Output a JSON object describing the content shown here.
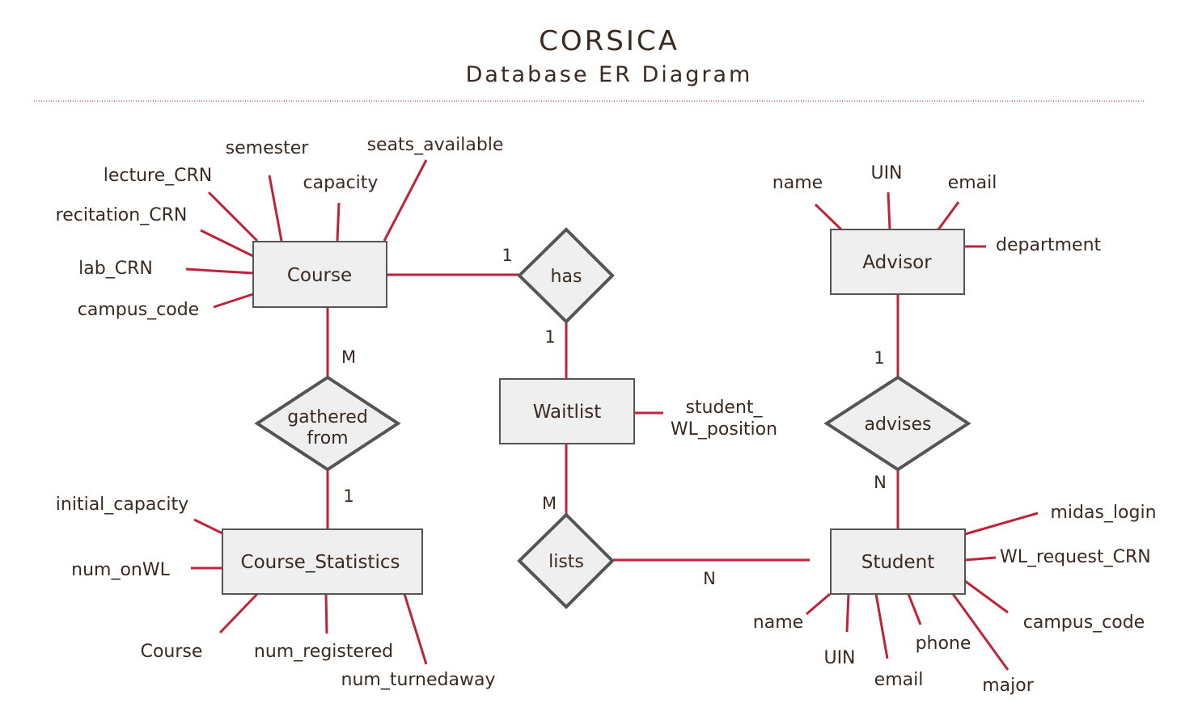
{
  "header": {
    "title": "CORSICA",
    "subtitle": "Database ER Diagram"
  },
  "entities": {
    "course": "Course",
    "waitlist": "Waitlist",
    "advisor": "Advisor",
    "course_statistics": "Course_Statistics",
    "student": "Student"
  },
  "relationships": {
    "has": "has",
    "gathered_from": [
      "gathered",
      "from"
    ],
    "advises": "advises",
    "lists": "lists"
  },
  "attributes": {
    "course": [
      "semester",
      "seats_available",
      "lecture_CRN",
      "capacity",
      "recitation_CRN",
      "lab_CRN",
      "campus_code"
    ],
    "advisor": [
      "name",
      "UIN",
      "email",
      "department"
    ],
    "waitlist": [
      "student_",
      "WL_position"
    ],
    "course_statistics": [
      "initial_capacity",
      "num_onWL",
      "Course",
      "num_registered",
      "num_turnedaway"
    ],
    "student": [
      "midas_login",
      "WL_request_CRN",
      "campus_code",
      "name",
      "phone",
      "UIN",
      "email",
      "major"
    ]
  },
  "cardinalities": {
    "course_has": "1",
    "has_waitlist": "1",
    "course_gathered": "M",
    "gathered_stats": "1",
    "waitlist_lists": "M",
    "lists_student": "N",
    "advisor_advises": "1",
    "advises_student": "N"
  },
  "colors": {
    "line": "#c0223a",
    "box_fill": "#efefef",
    "box_stroke": "#555555",
    "text": "#3a2a22"
  }
}
